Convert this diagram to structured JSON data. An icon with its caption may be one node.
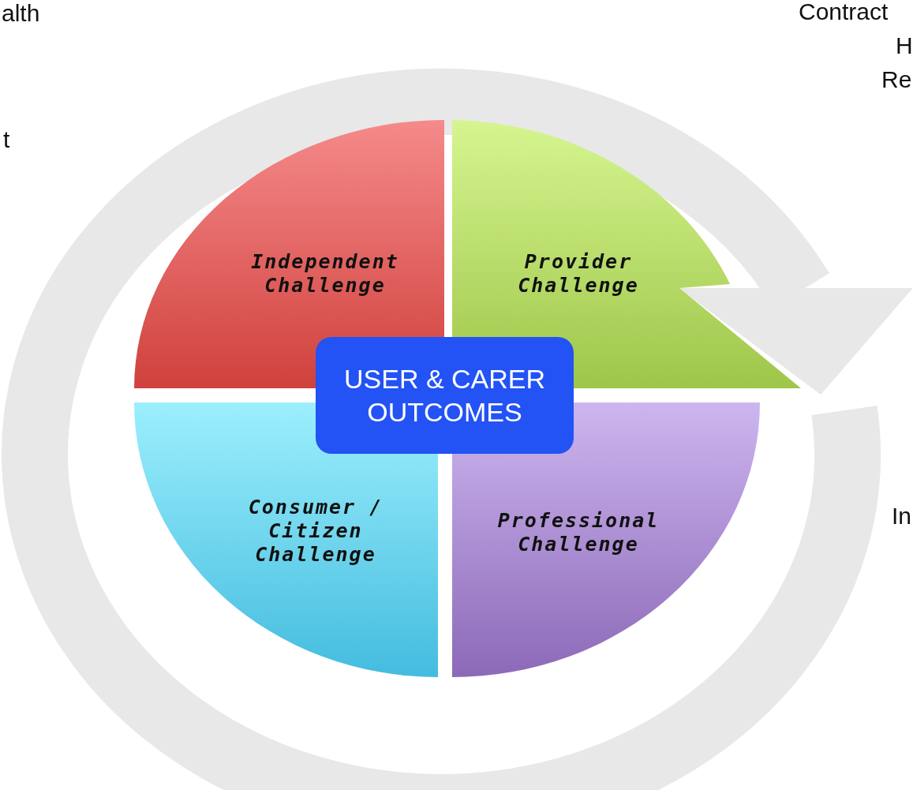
{
  "diagram": {
    "nodes": [
      {
        "text": [
          "Independent Challenge"
        ]
      },
      {
        "text": [
          "Provider Challenge"
        ]
      },
      {
        "text": [
          "USER & CARER OUTCOMES"
        ]
      },
      {
        "text": [
          "Consumer / Citizen Challenge"
        ]
      },
      {
        "text": [
          "Professional Challenge"
        ]
      }
    ],
    "labels": [
      "alth",
      "t",
      "Contract",
      "H",
      "Re",
      "In"
    ]
  }
}
